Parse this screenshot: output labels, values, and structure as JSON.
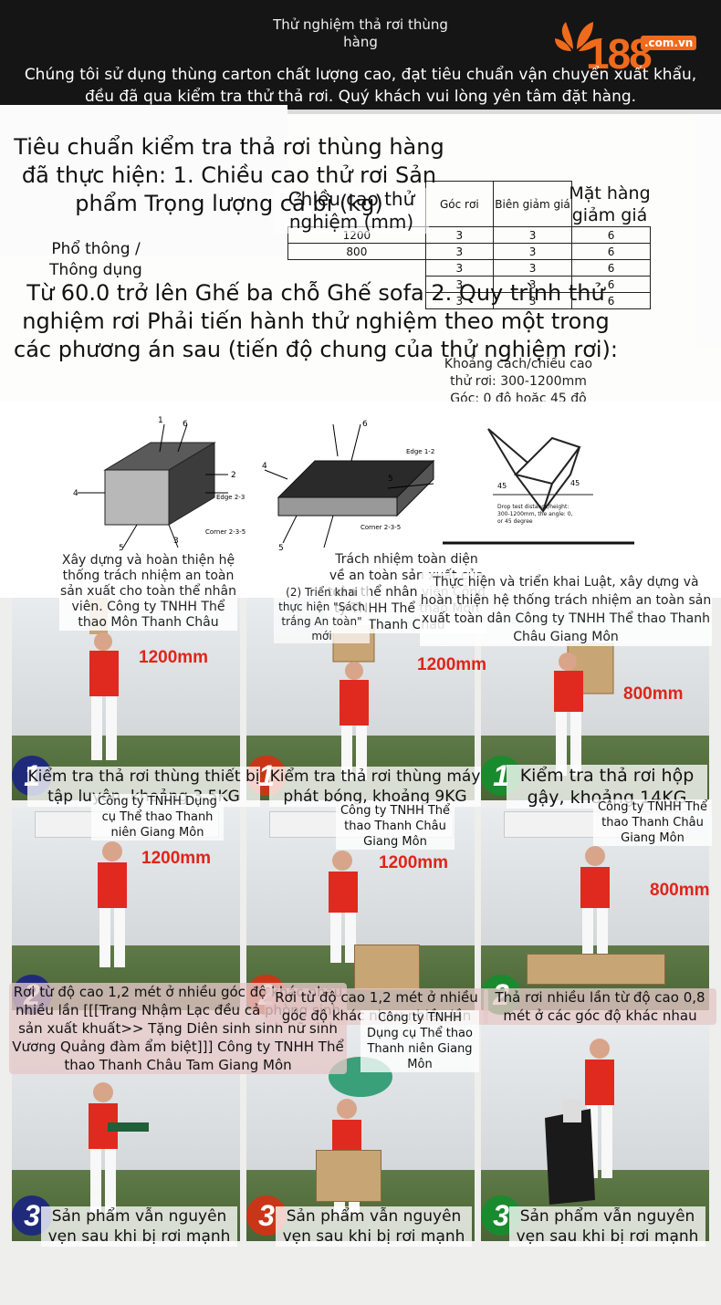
{
  "header": {
    "title": "Thử nghiệm thả rơi thùng hàng",
    "description": "Chúng tôi sử dụng thùng carton chất lượng cao, đạt tiêu chuẩn vận chuyển xuất khẩu, đều đã qua kiểm tra thử thả rơi. Quý khách vui lòng yên tâm đặt hàng.",
    "logo_number": "188",
    "logo_domain": ".com.vn"
  },
  "standard": {
    "heading": "Tiêu chuẩn kiểm tra thả rơi thùng hàng đã thực hiện: 1. Chiều cao thử rơi Sản phẩm Trọng lượng cả bì (kg)",
    "col_height": "Chiều cao thử nghiệm (mm)",
    "col_angle": "Góc rơi",
    "col_edge": "Biên giảm giá",
    "col_face": "Mặt hàng giảm giá",
    "row_label": "Phổ thông / Thông dụng",
    "heights": [
      "1200",
      "800"
    ],
    "rows": [
      [
        "3",
        "3",
        "6"
      ],
      [
        "3",
        "3",
        "6"
      ],
      [
        "3",
        "3",
        "6"
      ],
      [
        "3",
        "3",
        "6"
      ],
      [
        "3",
        "3",
        "6"
      ]
    ],
    "procedure": "Từ 60.0 trở lên Ghế ba chỗ Ghế sofa 2. Quy trình thử nghiệm rơi Phải tiến hành thử nghiệm theo một trong các phương án sau (tiến độ chung của thử nghiệm rơi):",
    "drop_note": "Khoảng cách/chiều cao thử rơi: 300-1200mm Góc: 0 độ hoặc 45 độ"
  },
  "diagrams": {
    "box_labels": [
      "1",
      "2",
      "3",
      "4",
      "5",
      "6"
    ],
    "edge_label_a": "Edge 2-3",
    "corner_label_a": "Corner 2-3-5",
    "edge_label_b": "Edge 1-2",
    "corner_label_b": "Corner 2-3-5",
    "angle": "45",
    "drop_caption": "Drop test distance/height: 300-1200mm, the angle: 0, or 45 degree",
    "caption_left": "Xây dựng và hoàn thiện hệ thống trách nhiệm an toàn sản xuất cho toàn thể nhân viên. Công ty TNHH Thể thao Môn Thanh Châu",
    "caption_mid": "Trách nhiệm toàn diện về an toàn sản xuất của toàn thể nhân viên Công ty TNHH Thể thao Môn Thanh Châu",
    "caption_mid_small": "(2) Triển khai thực hiện \"Sách trắng An toàn\" mới",
    "caption_right": "Thực hiện và triển khai Luật, xây dựng và hoàn thiện hệ thống trách nhiệm an toàn sản xuất toàn dân Công ty TNHH Thể thao Thanh Châu Giang Môn"
  },
  "row1": {
    "heights": [
      "1200mm",
      "1200mm",
      "800mm"
    ],
    "badges": [
      "1",
      "1",
      "1"
    ],
    "captions": [
      "Kiểm tra thả rơi thùng thiết bị tập luyện, khoảng 3.5KG",
      "Kiểm tra thả rơi thùng máy phát bóng, khoảng 9KG",
      "Kiểm tra thả rơi hộp gậy, khoảng 14KG"
    ]
  },
  "row2": {
    "heights": [
      "1200mm",
      "1200mm",
      "800mm"
    ],
    "badges": [
      "2",
      "2",
      "2"
    ],
    "company_left": "Công ty TNHH Dụng cụ Thể thao Thanh niên Giang Môn",
    "company_mid": "Công ty TNHH Thể thao Thanh Châu Giang Môn",
    "company_right": "Công ty TNHH Thể thao Thanh Châu Giang Môn",
    "caption_left": "Rơi từ độ cao 1,2 mét ở nhiều góc độ khác nhau nhiều lần [[[Trang Nhậm Lạc đều cả phòng sinh sản xuất khuất>> Tặng Diên sinh sinh nữ sinh Vương Quảng đàm ẩm biệt]]] Công ty TNHH Thể thao Thanh Châu Tam Giang Môn",
    "caption_mid": "Rơi từ độ cao 1,2 mét ở nhiều góc độ khác nhau nhiều lần",
    "caption_right": "Thả rơi nhiều lần từ độ cao 0,8 mét ở các góc độ khác nhau",
    "company_mid_small": "Công ty TNHH Dụng cụ Thể thao Thanh niên Giang Môn"
  },
  "row3": {
    "badges": [
      "3",
      "3",
      "3"
    ],
    "captions": [
      "Sản phẩm vẫn nguyên vẹn sau khi bị rơi mạnh",
      "Sản phẩm vẫn nguyên vẹn sau khi bị rơi mạnh",
      "Sản phẩm vẫn nguyên vẹn sau khi bị rơi mạnh"
    ]
  },
  "colors": {
    "accent_orange": "#f06a1c",
    "badge_blue": "#1f2b7a",
    "badge_red": "#c93617",
    "badge_green": "#1a8a2e",
    "height_red": "#e0241a"
  }
}
